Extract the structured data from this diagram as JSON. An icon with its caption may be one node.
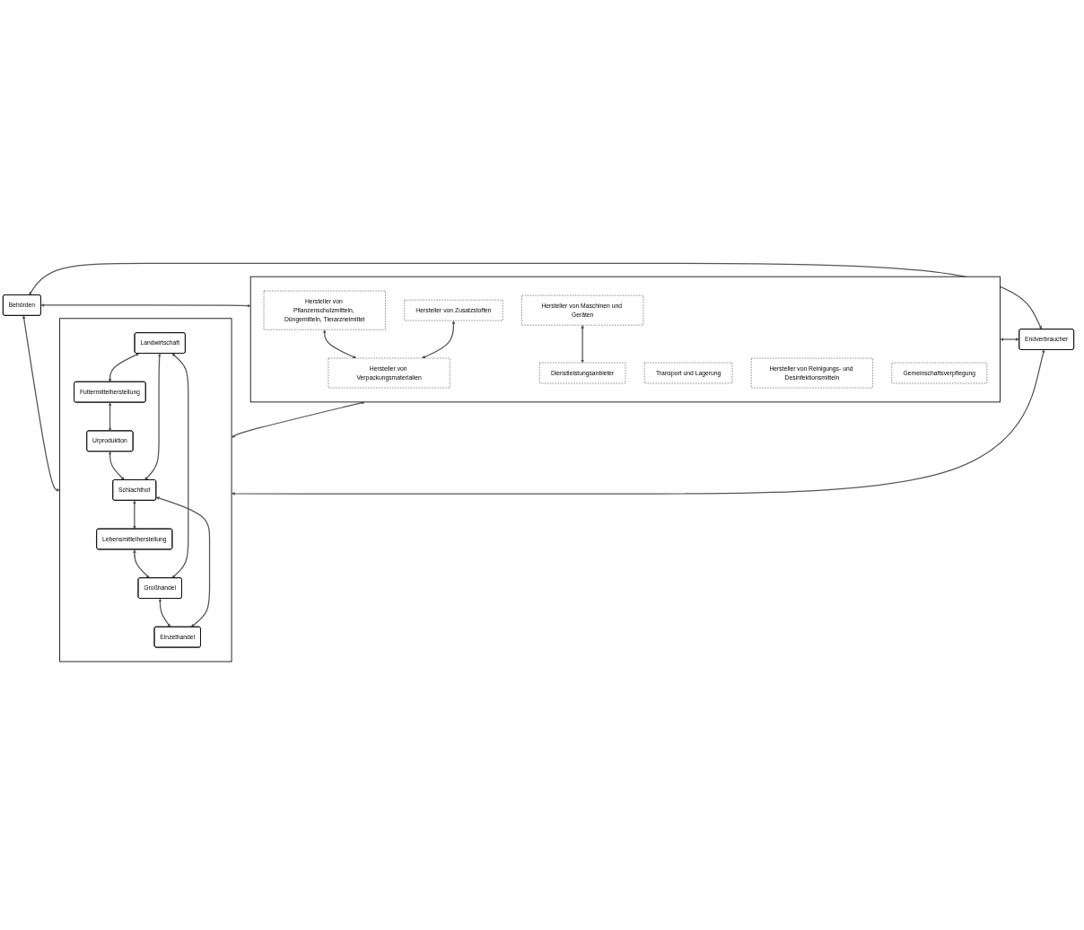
{
  "diagram": {
    "nodes": [
      {
        "text": [
          "Behörden"
        ]
      },
      {
        "text": [],
        "shape": "box"
      },
      {
        "text": [
          "Landwirtschaft"
        ],
        "in": 1
      },
      {
        "text": [
          "Futtermittelherstellung"
        ],
        "in": 1
      },
      {
        "text": [
          "Urproduktion"
        ],
        "in": 1
      },
      {
        "text": [
          "Schlachthof"
        ],
        "in": 1
      },
      {
        "text": [
          "Lebensmittelherstellung"
        ],
        "in": 1
      },
      {
        "text": [
          "Großhandel"
        ],
        "in": 1
      },
      {
        "text": [
          "Einzelhandel"
        ],
        "in": 1
      },
      {
        "text": [],
        "shape": "box"
      },
      {
        "text": [
          "Hersteller von Pflanzenschutzmitteln, Düngemitteln, Tierarzneimittel"
        ],
        "in": 9
      },
      {
        "text": [
          "Hersteller von Zusatzstoffen"
        ],
        "in": 9
      },
      {
        "text": [
          "Transport und Lagerung"
        ],
        "in": 9
      },
      {
        "text": [
          "Hersteller von Maschinen und Geräten"
        ],
        "in": 9
      },
      {
        "text": [
          "Hersteller von Reinigungs- und Desinfektionsmitteln"
        ],
        "in": 9
      },
      {
        "text": [
          "Hersteller von Verpackungsmaterialien"
        ],
        "in": 9
      },
      {
        "text": [
          "Dienstleistungsanbieter"
        ],
        "in": 9
      },
      {
        "text": [
          "Gemeinschaftsverpflegung"
        ],
        "in": 9
      },
      {
        "text": [
          "Endverbraucher"
        ]
      }
    ],
    "edges": [
      {
        "from": 0,
        "to": 9,
        "arrow": "both"
      },
      {
        "from": 2,
        "to": 3,
        "arrow": "both"
      },
      {
        "from": 3,
        "to": 4,
        "arrow": "both"
      },
      {
        "from": 4,
        "to": 5,
        "arrow": "both"
      },
      {
        "from": 5,
        "to": 6,
        "arrow": "both"
      },
      {
        "from": 6,
        "to": 7,
        "arrow": "both"
      },
      {
        "from": 7,
        "to": 8,
        "arrow": "both"
      },
      {
        "from": 2,
        "to": 7,
        "arrow": "both"
      },
      {
        "from": 2,
        "to": 5,
        "arrow": "both"
      },
      {
        "from": 5,
        "to": 8,
        "arrow": "both"
      },
      {
        "from": 10,
        "to": 15,
        "arrow": "both"
      },
      {
        "from": 11,
        "to": 15,
        "arrow": "both"
      },
      {
        "from": 13,
        "to": 16,
        "arrow": "both"
      },
      {
        "from": 0,
        "to": 1,
        "arrow": "both"
      },
      {
        "from": 1,
        "to": 9,
        "arrow": "both"
      },
      {
        "from": 0,
        "to": 18,
        "arrow": "both"
      },
      {
        "from": 1,
        "to": 18,
        "arrow": "both"
      },
      {
        "from": 9,
        "to": 18,
        "arrow": "both"
      }
    ]
  }
}
